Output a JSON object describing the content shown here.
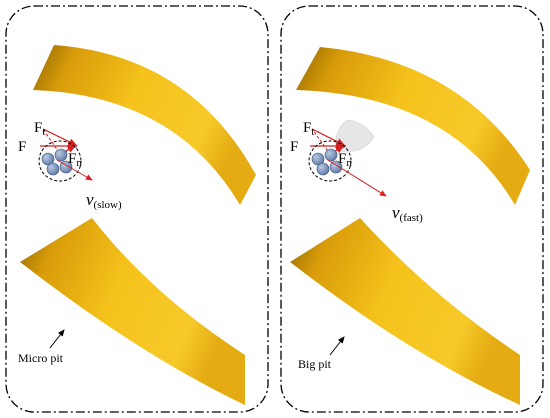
{
  "panels": [
    {
      "force_F": "F",
      "force_Ft": "F",
      "force_Ft_sub": "t",
      "force_Fn": "F",
      "force_Fn_sub": "n",
      "velocity": "v",
      "velocity_sub": "(slow)",
      "pit_label": "Micro pit"
    },
    {
      "force_F": "F",
      "force_Ft": "F",
      "force_Ft_sub": "t",
      "force_Fn": "F",
      "force_Fn_sub": "n",
      "velocity": "v",
      "velocity_sub": "(fast)",
      "pit_label": "Big pit"
    }
  ],
  "colors": {
    "blade_light": "#f5c21b",
    "blade_dark": "#8a6400",
    "arrow_red": "#d42020",
    "particle": "#7f97bd",
    "pit_fill": "#e6e6e6",
    "frame": "#000000"
  }
}
